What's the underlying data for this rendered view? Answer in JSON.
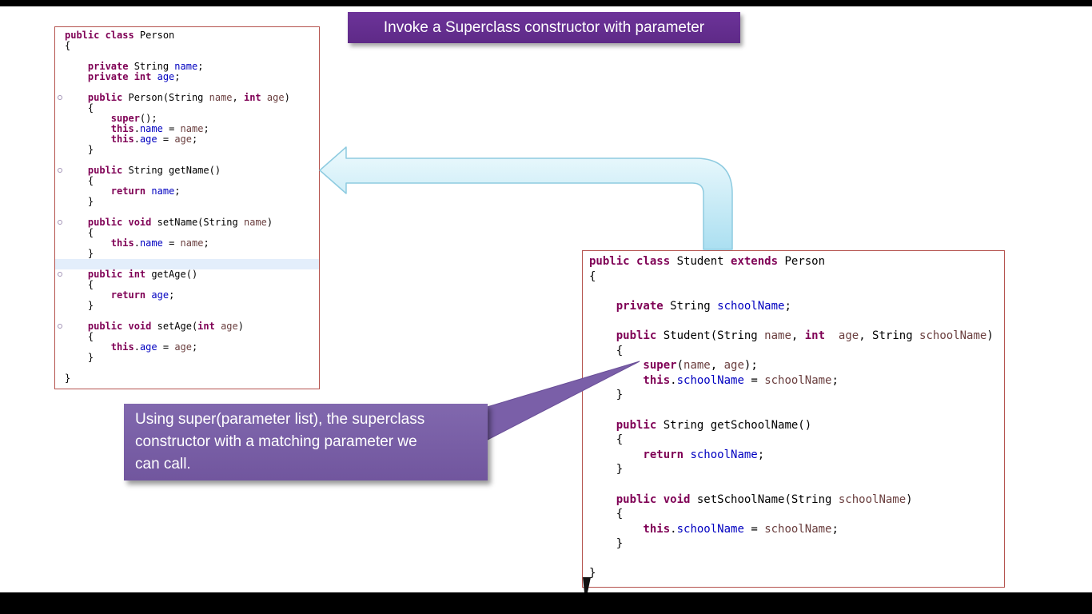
{
  "slide": {
    "title": "Invoke a Superclass constructor with parameter"
  },
  "callout": {
    "lines": [
      "Using super(parameter list), the superclass",
      "constructor with a matching parameter we",
      "can call."
    ]
  },
  "colors": {
    "banner_purple": "#5e2a87",
    "callout_purple": "#7a5fa8",
    "arrow_cyan": "#c9ecf8",
    "code_box_border": "#b5534e",
    "keyword": "#7f0055",
    "field": "#0000c0",
    "parameter": "#6a3e3e",
    "highlight_line": "#e3eefb"
  },
  "left_code": {
    "lines": [
      {
        "t": [
          [
            "k",
            "public class"
          ],
          [
            "d",
            " Person"
          ]
        ]
      },
      {
        "t": [
          [
            "d",
            "{"
          ]
        ]
      },
      {},
      {
        "t": [
          [
            "k",
            "    private"
          ],
          [
            "d",
            " String "
          ],
          [
            "f",
            "name"
          ],
          [
            "d",
            ";"
          ]
        ]
      },
      {
        "t": [
          [
            "k",
            "    private int"
          ],
          [
            "d",
            " "
          ],
          [
            "f",
            "age"
          ],
          [
            "d",
            ";"
          ]
        ]
      },
      {},
      {
        "fold": true,
        "t": [
          [
            "k",
            "    public"
          ],
          [
            "d",
            " Person(String "
          ],
          [
            "p",
            "name"
          ],
          [
            "d",
            ", "
          ],
          [
            "k",
            "int"
          ],
          [
            "p",
            " age"
          ],
          [
            "d",
            ")"
          ]
        ]
      },
      {
        "t": [
          [
            "d",
            "    {"
          ]
        ]
      },
      {
        "t": [
          [
            "k",
            "        super"
          ],
          [
            "d",
            "();"
          ]
        ]
      },
      {
        "t": [
          [
            "k",
            "        this"
          ],
          [
            "d",
            "."
          ],
          [
            "f",
            "name"
          ],
          [
            "d",
            " = "
          ],
          [
            "p",
            "name"
          ],
          [
            "d",
            ";"
          ]
        ]
      },
      {
        "t": [
          [
            "k",
            "        this"
          ],
          [
            "d",
            "."
          ],
          [
            "f",
            "age"
          ],
          [
            "d",
            " = "
          ],
          [
            "p",
            "age"
          ],
          [
            "d",
            ";"
          ]
        ]
      },
      {
        "t": [
          [
            "d",
            "    }"
          ]
        ]
      },
      {},
      {
        "fold": true,
        "t": [
          [
            "k",
            "    public"
          ],
          [
            "d",
            " String getName()"
          ]
        ]
      },
      {
        "t": [
          [
            "d",
            "    {"
          ]
        ]
      },
      {
        "t": [
          [
            "k",
            "        return"
          ],
          [
            "d",
            " "
          ],
          [
            "f",
            "name"
          ],
          [
            "d",
            ";"
          ]
        ]
      },
      {
        "t": [
          [
            "d",
            "    }"
          ]
        ]
      },
      {},
      {
        "fold": true,
        "t": [
          [
            "k",
            "    public void"
          ],
          [
            "d",
            " setName(String "
          ],
          [
            "p",
            "name"
          ],
          [
            "d",
            ")"
          ]
        ]
      },
      {
        "t": [
          [
            "d",
            "    {"
          ]
        ]
      },
      {
        "t": [
          [
            "k",
            "        this"
          ],
          [
            "d",
            "."
          ],
          [
            "f",
            "name"
          ],
          [
            "d",
            " = "
          ],
          [
            "p",
            "name"
          ],
          [
            "d",
            ";"
          ]
        ]
      },
      {
        "t": [
          [
            "d",
            "    }"
          ]
        ]
      },
      {
        "hl": true
      },
      {
        "fold": true,
        "t": [
          [
            "k",
            "    public int"
          ],
          [
            "d",
            " getAge()"
          ]
        ]
      },
      {
        "t": [
          [
            "d",
            "    {"
          ]
        ]
      },
      {
        "t": [
          [
            "k",
            "        return"
          ],
          [
            "d",
            " "
          ],
          [
            "f",
            "age"
          ],
          [
            "d",
            ";"
          ]
        ]
      },
      {
        "t": [
          [
            "d",
            "    }"
          ]
        ]
      },
      {},
      {
        "fold": true,
        "t": [
          [
            "k",
            "    public void"
          ],
          [
            "d",
            " setAge("
          ],
          [
            "k",
            "int"
          ],
          [
            "p",
            " age"
          ],
          [
            "d",
            ")"
          ]
        ]
      },
      {
        "t": [
          [
            "d",
            "    {"
          ]
        ]
      },
      {
        "t": [
          [
            "k",
            "        this"
          ],
          [
            "d",
            "."
          ],
          [
            "f",
            "age"
          ],
          [
            "d",
            " = "
          ],
          [
            "p",
            "age"
          ],
          [
            "d",
            ";"
          ]
        ]
      },
      {
        "t": [
          [
            "d",
            "    }"
          ]
        ]
      },
      {},
      {
        "t": [
          [
            "d",
            "}"
          ]
        ]
      }
    ]
  },
  "right_code": {
    "lines": [
      {
        "t": [
          [
            "k",
            "public class"
          ],
          [
            "d",
            " Student "
          ],
          [
            "k",
            "extends"
          ],
          [
            "d",
            " Person"
          ]
        ]
      },
      {
        "t": [
          [
            "d",
            "{"
          ]
        ]
      },
      {},
      {
        "t": [
          [
            "k",
            "    private"
          ],
          [
            "d",
            " String "
          ],
          [
            "f",
            "schoolName"
          ],
          [
            "d",
            ";"
          ]
        ]
      },
      {},
      {
        "t": [
          [
            "k",
            "    public"
          ],
          [
            "d",
            " Student(String "
          ],
          [
            "p",
            "name"
          ],
          [
            "d",
            ", "
          ],
          [
            "k",
            "int"
          ],
          [
            "p",
            "  age"
          ],
          [
            "d",
            ", String "
          ],
          [
            "p",
            "schoolName"
          ],
          [
            "d",
            ")"
          ]
        ]
      },
      {
        "t": [
          [
            "d",
            "    {"
          ]
        ]
      },
      {
        "t": [
          [
            "k",
            "        super"
          ],
          [
            "d",
            "("
          ],
          [
            "p",
            "name"
          ],
          [
            "d",
            ", "
          ],
          [
            "p",
            "age"
          ],
          [
            "d",
            ");"
          ]
        ]
      },
      {
        "t": [
          [
            "k",
            "        this"
          ],
          [
            "d",
            "."
          ],
          [
            "f",
            "schoolName"
          ],
          [
            "d",
            " = "
          ],
          [
            "p",
            "schoolName"
          ],
          [
            "d",
            ";"
          ]
        ]
      },
      {
        "t": [
          [
            "d",
            "    }"
          ]
        ]
      },
      {},
      {
        "t": [
          [
            "k",
            "    public"
          ],
          [
            "d",
            " String getSchoolName()"
          ]
        ]
      },
      {
        "t": [
          [
            "d",
            "    {"
          ]
        ]
      },
      {
        "t": [
          [
            "k",
            "        return"
          ],
          [
            "d",
            " "
          ],
          [
            "f",
            "schoolName"
          ],
          [
            "d",
            ";"
          ]
        ]
      },
      {
        "t": [
          [
            "d",
            "    }"
          ]
        ]
      },
      {},
      {
        "t": [
          [
            "k",
            "    public void"
          ],
          [
            "d",
            " setSchoolName(String "
          ],
          [
            "p",
            "schoolName"
          ],
          [
            "d",
            ")"
          ]
        ]
      },
      {
        "t": [
          [
            "d",
            "    {"
          ]
        ]
      },
      {
        "t": [
          [
            "k",
            "        this"
          ],
          [
            "d",
            "."
          ],
          [
            "f",
            "schoolName"
          ],
          [
            "d",
            " = "
          ],
          [
            "p",
            "schoolName"
          ],
          [
            "d",
            ";"
          ]
        ]
      },
      {
        "t": [
          [
            "d",
            "    }"
          ]
        ]
      },
      {},
      {
        "t": [
          [
            "d",
            "}"
          ]
        ]
      }
    ]
  }
}
